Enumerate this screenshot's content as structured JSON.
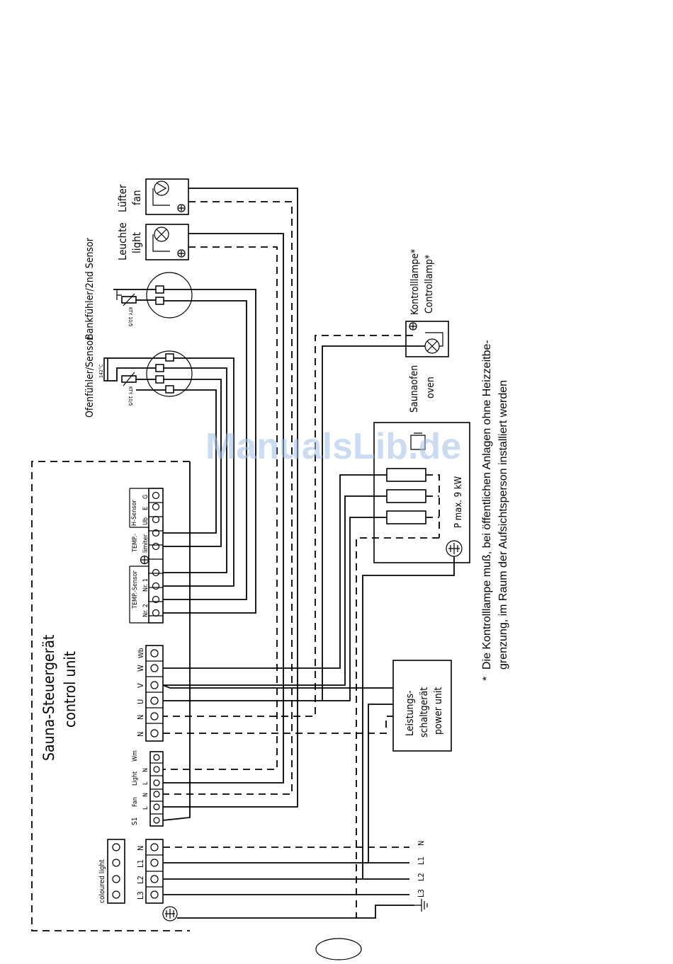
{
  "control_unit": {
    "title_de": "Sauna-Steuergerät",
    "title_en": "control unit"
  },
  "components": {
    "fan": {
      "de": "Lüfter",
      "en": "fan"
    },
    "light": {
      "de": "Leuchte",
      "en": "light"
    },
    "bench_sensor": {
      "label": "Bankfühler/2nd Sensor",
      "type": "KTY 10/5"
    },
    "oven_sensor": {
      "label": "Ofenfühler/Sensor",
      "type": "KTY 10/5",
      "limiter": "142°C"
    },
    "control_lamp": {
      "de": "Kontrolllampe*",
      "en": "Controllamp*"
    },
    "oven": {
      "de": "Saunaofen",
      "en": "oven",
      "power": "P max. 9 kW"
    },
    "power_unit": {
      "de1": "Leistungs-",
      "de2": "schaltgerät",
      "en": "power unit"
    }
  },
  "terminals": {
    "h_sensor": "H-Sensor",
    "h_sensor_pins": [
      "G",
      "E",
      "Ub"
    ],
    "temp_limiter": "TEMP.-",
    "temp_limiter2": "limiter",
    "temp_sensor": "TEMP.-Sensor",
    "temp_sensor_pins": [
      "Nr. 1",
      "Nr. 2"
    ],
    "output_pins": [
      "Wb",
      "W",
      "V",
      "U",
      "N",
      "N"
    ],
    "wm": "Wm",
    "light": "Light",
    "fan": "Fan",
    "ln": [
      "L",
      "N"
    ],
    "s1": "S1",
    "mains_pins": [
      "N",
      "L1",
      "L2",
      "L3"
    ],
    "coloured_light": "coloured light"
  },
  "supply_labels": [
    "N",
    "L1",
    "L2",
    "L3"
  ],
  "footnote": {
    "marker": "*",
    "line1": "Die Kontrolllampe muß,  bei öffentlichen Anlagen ohne Heizzeitbe-",
    "line2": "grenzung, im Raum der Aufsichtsperson installiert werden"
  },
  "watermark": "ManualsLib.de"
}
